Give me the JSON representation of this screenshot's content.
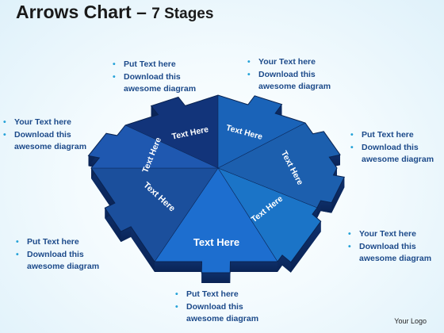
{
  "title": {
    "main": "Arrows Chart",
    "sep": " – ",
    "stages": "7 Stages"
  },
  "notes": [
    {
      "lines": [
        "Put Text here",
        "Download this awesome diagram"
      ]
    },
    {
      "lines": [
        "Your Text here",
        "Download this awesome diagram"
      ]
    },
    {
      "lines": [
        "Your Text here",
        "Download this awesome diagram"
      ]
    },
    {
      "lines": [
        "Put Text here",
        "Download this awesome diagram"
      ]
    },
    {
      "lines": [
        "Put Text here",
        "Download this awesome diagram"
      ]
    },
    {
      "lines": [
        "Your Text here",
        "Download this awesome diagram"
      ]
    },
    {
      "lines": [
        "Put Text here",
        "Download this awesome diagram"
      ]
    }
  ],
  "segments": [
    {
      "label": "Text Here",
      "color": "#12347a"
    },
    {
      "label": "Text Here",
      "color": "#1a63b8"
    },
    {
      "label": "Text Here",
      "color": "#1c5fae"
    },
    {
      "label": "Text Here",
      "color": "#1b74c7"
    },
    {
      "label": "Text Here",
      "color": "#1d6ecf"
    },
    {
      "label": "Text Here",
      "color": "#1b4f9c"
    },
    {
      "label": "Text Here",
      "color": "#1f58b0"
    }
  ],
  "footer": {
    "logo": "Your Logo"
  }
}
